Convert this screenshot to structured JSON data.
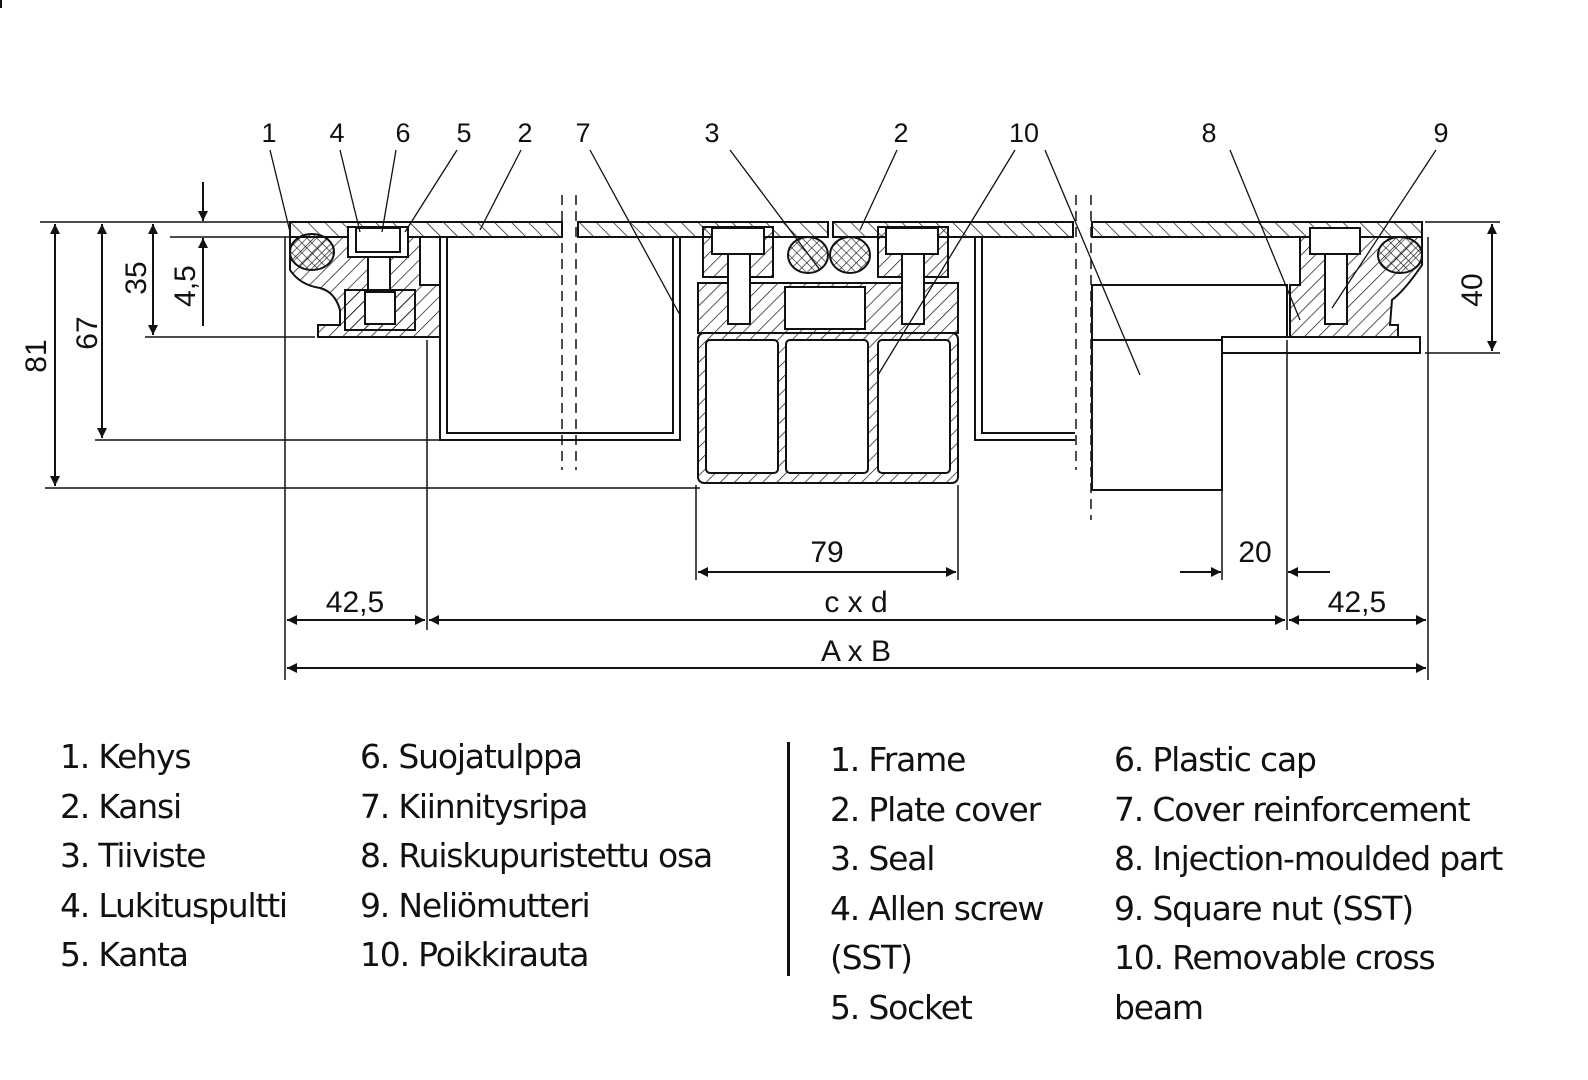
{
  "drawing": {
    "title": "Cross-section of cover plate with removable cross beam",
    "callouts": [
      "1",
      "4",
      "6",
      "5",
      "2",
      "7",
      "3",
      "2",
      "10",
      "8",
      "9"
    ],
    "dimensions": {
      "d81": "81",
      "d67": "67",
      "d35": "35",
      "d4_5": "4,5",
      "d40": "40",
      "d79": "79",
      "d20": "20",
      "d42_5_left": "42,5",
      "d42_5_right": "42,5",
      "cxd": "c x d",
      "axb": "A x B"
    }
  },
  "legend_fi": {
    "col1": [
      "1. Kehys",
      "2. Kansi",
      "3. Tiiviste",
      "4. Lukituspultti",
      "5. Kanta"
    ],
    "col2": [
      "6. Suojatulppa",
      "7. Kiinnitysripa",
      "8. Ruiskupuristettu osa",
      "9. Neliömutteri",
      "10. Poikkirauta"
    ]
  },
  "legend_en": {
    "col1": [
      "1. Frame",
      "2. Plate cover",
      "3. Seal",
      "4. Allen screw",
      "(SST)",
      "5. Socket"
    ],
    "col2": [
      "6. Plastic cap",
      "7. Cover reinforcement",
      "8. Injection-moulded part",
      "9. Square nut (SST)",
      "10. Removable cross",
      "beam"
    ]
  }
}
